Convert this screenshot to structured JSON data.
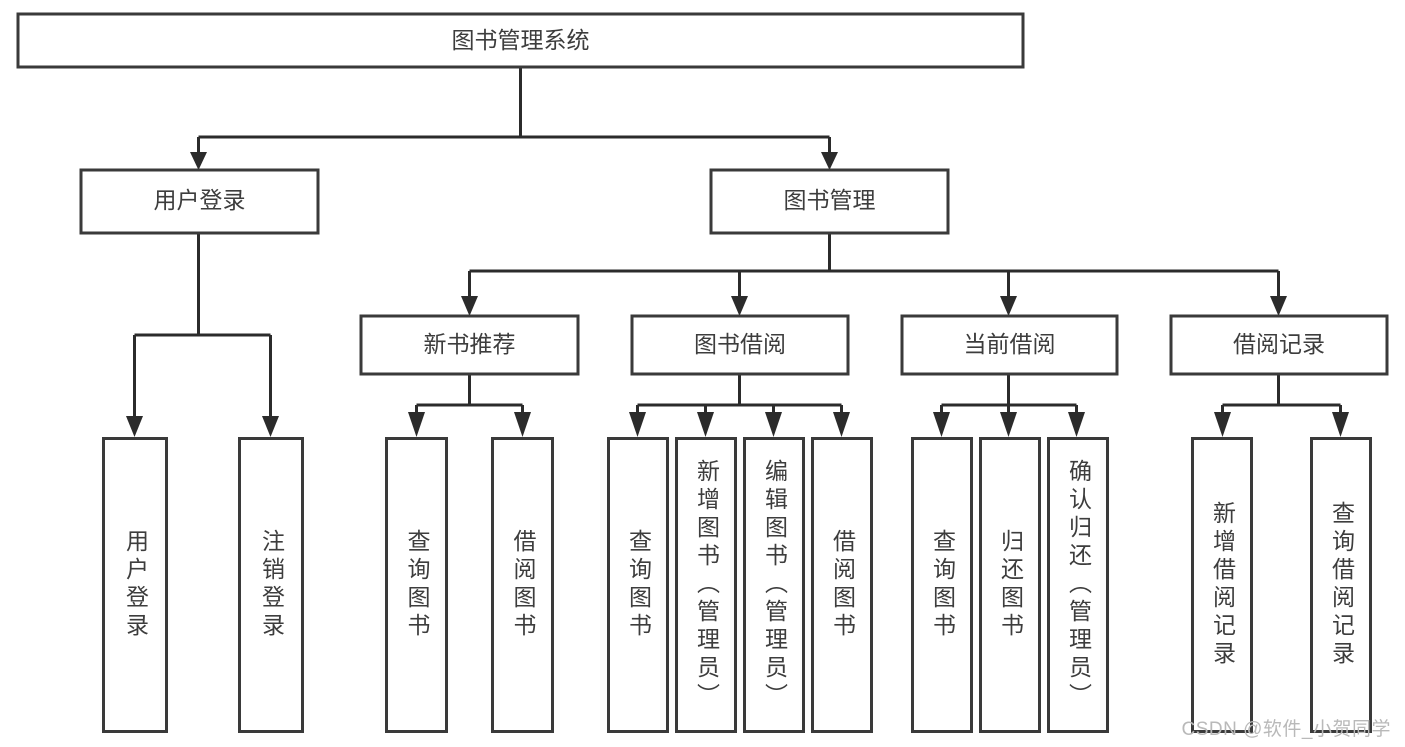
{
  "diagram": {
    "type": "tree",
    "title": "图书管理系统",
    "orientation": "top-down",
    "background_color": "#ffffff",
    "line_color": "#2b2b2b",
    "box_border_color": "#3a3a3a",
    "text_color": "#3d3d3d",
    "root": {
      "id": "root",
      "label": "图书管理系统",
      "text_direction": "horizontal"
    },
    "level2": [
      {
        "id": "user-login",
        "label": "用户登录",
        "text_direction": "horizontal"
      },
      {
        "id": "book-management",
        "label": "图书管理",
        "text_direction": "horizontal"
      }
    ],
    "level3": [
      {
        "id": "new-book-recommend",
        "label": "新书推荐",
        "parent": "book-management",
        "text_direction": "horizontal"
      },
      {
        "id": "book-borrow",
        "label": "图书借阅",
        "parent": "book-management",
        "text_direction": "horizontal"
      },
      {
        "id": "current-borrow",
        "label": "当前借阅",
        "parent": "book-management",
        "text_direction": "horizontal"
      },
      {
        "id": "borrow-record",
        "label": "借阅记录",
        "parent": "book-management",
        "text_direction": "horizontal"
      }
    ],
    "leaves": [
      {
        "id": "leaf-user-login",
        "label": "用户登录",
        "parent": "user-login",
        "text_direction": "vertical"
      },
      {
        "id": "leaf-user-logout",
        "label": "注销登录",
        "parent": "user-login",
        "text_direction": "vertical"
      },
      {
        "id": "leaf-query-book-1",
        "label": "查询图书",
        "parent": "new-book-recommend",
        "text_direction": "vertical"
      },
      {
        "id": "leaf-borrow-book-1",
        "label": "借阅图书",
        "parent": "new-book-recommend",
        "text_direction": "vertical"
      },
      {
        "id": "leaf-query-book-2",
        "label": "查询图书",
        "parent": "book-borrow",
        "text_direction": "vertical"
      },
      {
        "id": "leaf-add-book",
        "label": "新增图书（管理员）",
        "parent": "book-borrow",
        "text_direction": "vertical"
      },
      {
        "id": "leaf-edit-book",
        "label": "编辑图书（管理员）",
        "parent": "book-borrow",
        "text_direction": "vertical"
      },
      {
        "id": "leaf-borrow-book-2",
        "label": "借阅图书",
        "parent": "book-borrow",
        "text_direction": "vertical"
      },
      {
        "id": "leaf-query-book-3",
        "label": "查询图书",
        "parent": "current-borrow",
        "text_direction": "vertical"
      },
      {
        "id": "leaf-return-book",
        "label": "归还图书",
        "parent": "current-borrow",
        "text_direction": "vertical"
      },
      {
        "id": "leaf-confirm-return",
        "label": "确认归还（管理员）",
        "parent": "current-borrow",
        "text_direction": "vertical"
      },
      {
        "id": "leaf-add-record",
        "label": "新增借阅记录",
        "parent": "borrow-record",
        "text_direction": "vertical"
      },
      {
        "id": "leaf-query-record",
        "label": "查询借阅记录",
        "parent": "borrow-record",
        "text_direction": "vertical"
      }
    ]
  },
  "watermark": {
    "text": "CSDN @软件_小贺同学"
  }
}
